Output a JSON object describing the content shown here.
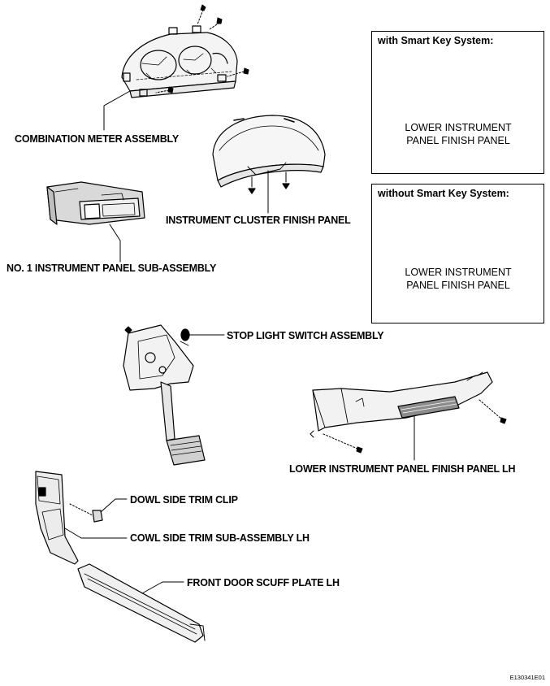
{
  "labels": {
    "combination_meter": "COMBINATION METER ASSEMBLY",
    "instrument_cluster_finish_panel": "INSTRUMENT CLUSTER FINISH PANEL",
    "no1_instrument_panel_sub_assembly": "NO. 1 INSTRUMENT PANEL SUB-ASSEMBLY",
    "stop_light_switch": "STOP LIGHT SWITCH ASSEMBLY",
    "lower_instrument_panel_finish_panel_lh": "LOWER INSTRUMENT PANEL FINISH PANEL LH",
    "dowl_side_trim_clip": "DOWL SIDE TRIM CLIP",
    "cowl_side_trim_sub_assembly": "COWL SIDE TRIM SUB-ASSEMBLY LH",
    "front_door_scuff_plate": "FRONT DOOR SCUFF PLATE LH"
  },
  "boxes": {
    "with_smart_key": {
      "title": "with Smart Key System:",
      "caption_line1": "LOWER INSTRUMENT",
      "caption_line2": "PANEL FINISH PANEL"
    },
    "without_smart_key": {
      "title": "without Smart Key System:",
      "caption_line1": "LOWER INSTRUMENT",
      "caption_line2": "PANEL FINISH PANEL"
    }
  },
  "figure_ref": "E130341E01"
}
